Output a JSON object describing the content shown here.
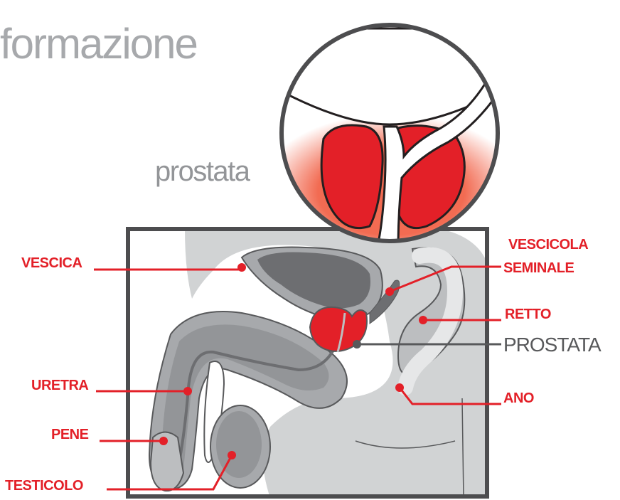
{
  "header": {
    "title": "formazione",
    "subtitle": "prostata"
  },
  "labels": {
    "vescica": "VESCICA",
    "vescicola_line1": "VESCICOLA",
    "vescicola_line2": "SEMINALE",
    "retto": "RETTO",
    "prostata": "PROSTATA",
    "uretra": "URETRA",
    "ano": "ANO",
    "pene": "PENE",
    "testicolo": "TESTICOLO"
  },
  "colors": {
    "accent_red": "#e32028",
    "label_grey": "#58595b",
    "title_grey": "#a7a9ac"
  }
}
